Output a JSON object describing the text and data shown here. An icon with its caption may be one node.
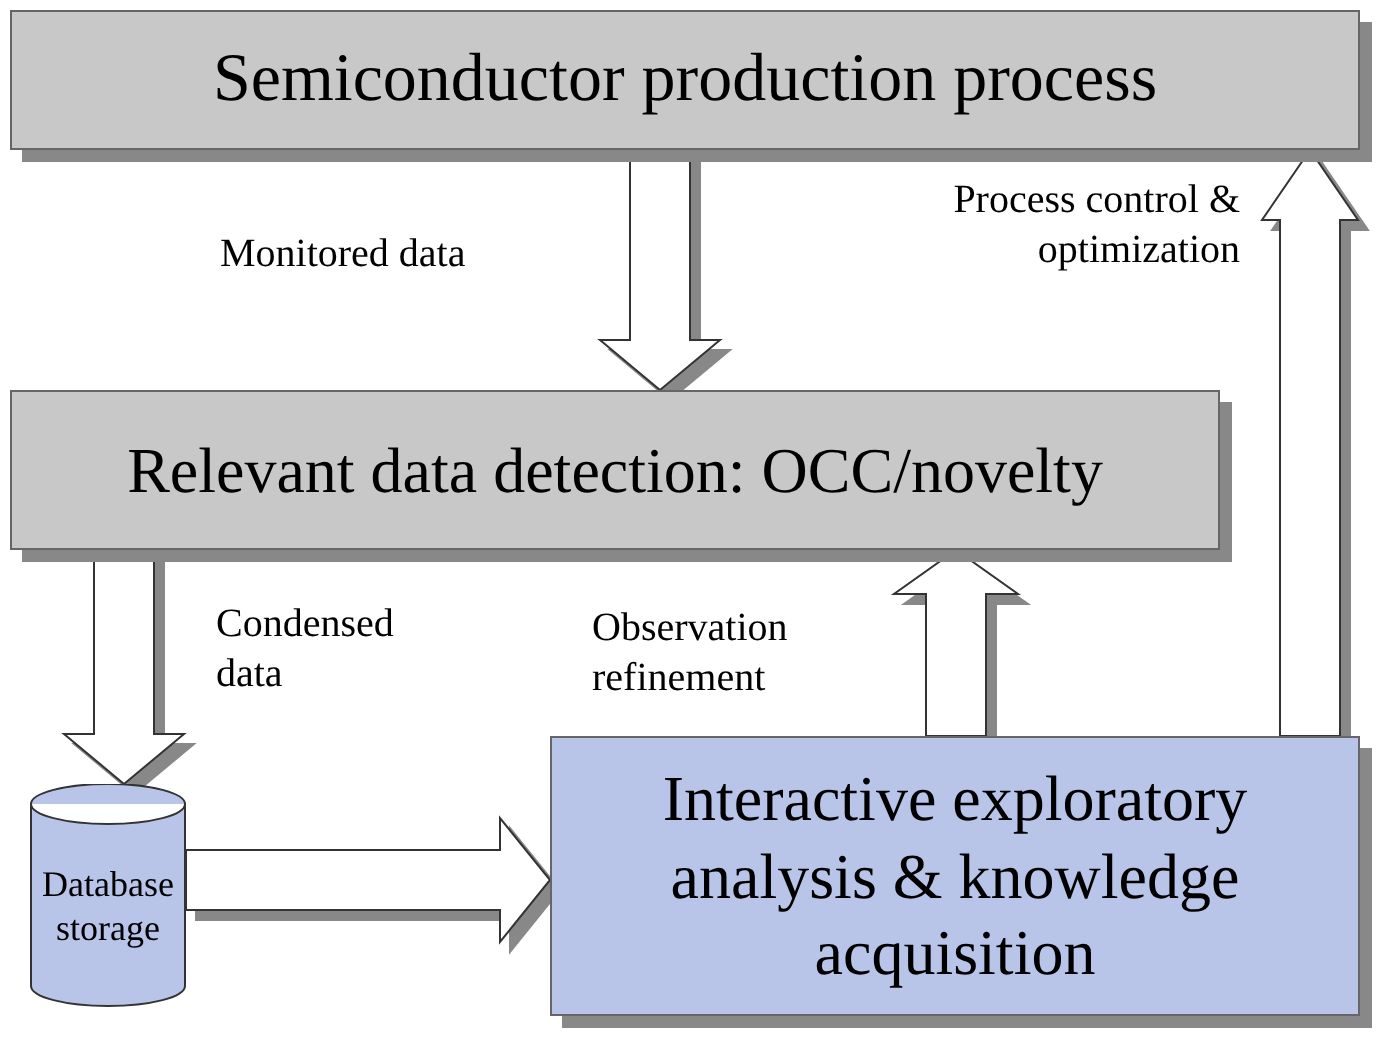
{
  "diagram": {
    "nodes": [
      {
        "text": [
          "Semiconductor production process"
        ]
      },
      {
        "text": [
          "Relevant data detection: OCC/novelty"
        ]
      },
      {
        "text": [
          "Database storage"
        ]
      },
      {
        "text": [
          "Interactive exploratory analysis & knowledge acquisition"
        ]
      }
    ],
    "edges": [
      {
        "from": 0,
        "to": 1,
        "arrow": "to",
        "label": "Monitored data"
      },
      {
        "from": 1,
        "to": 2,
        "arrow": "to",
        "label": "Condensed data"
      },
      {
        "from": 2,
        "to": 3,
        "arrow": "to"
      },
      {
        "from": 3,
        "to": 1,
        "arrow": "to",
        "label": "Observation refinement"
      },
      {
        "from": 3,
        "to": 0,
        "arrow": "to",
        "label": "Process control & optimization"
      }
    ]
  }
}
